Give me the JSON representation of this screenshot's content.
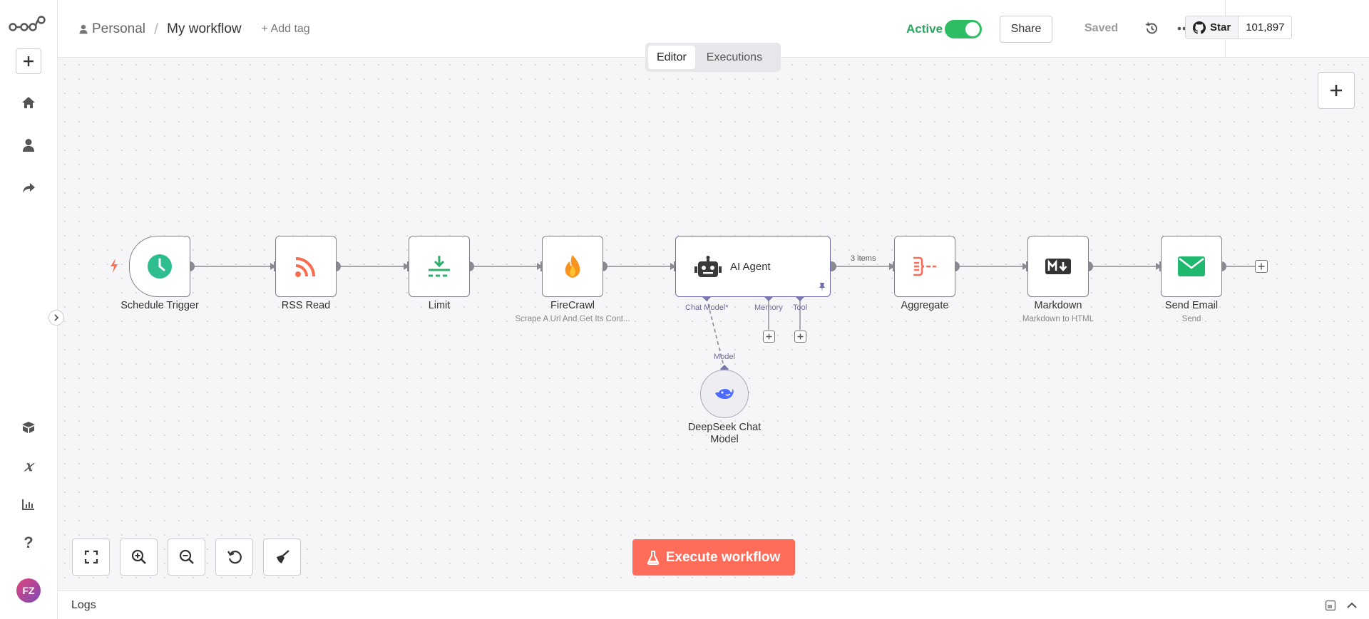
{
  "header": {
    "project": "Personal",
    "separator": "/",
    "workflow_name": "My workflow",
    "add_tag": "+ Add tag",
    "active_label": "Active",
    "active": true,
    "share_label": "Share",
    "saved_label": "Saved",
    "github_star_label": "Star",
    "github_star_count": "101,897"
  },
  "tabs": [
    {
      "label": "Editor",
      "active": true
    },
    {
      "label": "Executions",
      "active": false
    }
  ],
  "nodes": {
    "schedule": {
      "label": "Schedule Trigger",
      "icon": "clock-icon"
    },
    "rss": {
      "label": "RSS Read",
      "icon": "rss-icon"
    },
    "limit": {
      "label": "Limit",
      "icon": "limit-icon"
    },
    "firecrawl": {
      "label": "FireCrawl",
      "subtitle": "Scrape A Url And Get Its Cont...",
      "icon": "fire-icon"
    },
    "agent": {
      "label": "AI Agent",
      "icon": "robot-icon"
    },
    "aggregate": {
      "label": "Aggregate",
      "icon": "aggregate-icon"
    },
    "markdown": {
      "label": "Markdown",
      "subtitle": "Markdown to HTML",
      "icon": "markdown-icon"
    },
    "email": {
      "label": "Send Email",
      "subtitle": "Send",
      "icon": "envelope-icon"
    },
    "deepseek": {
      "label_line1": "DeepSeek Chat",
      "label_line2": "Model",
      "icon": "deepseek-whale-icon"
    }
  },
  "agent_connections": {
    "chat_model": "Chat Model*",
    "memory": "Memory",
    "tool": "Tool",
    "model": "Model"
  },
  "edge_labels": {
    "agent_to_aggregate": "3 items"
  },
  "execute_button": "Execute workflow",
  "logs_label": "Logs",
  "user_initials": "FZ",
  "colors": {
    "accent": "#ff6d5a",
    "active_green": "#2fbd64",
    "agent_border": "#6f6ab3"
  }
}
